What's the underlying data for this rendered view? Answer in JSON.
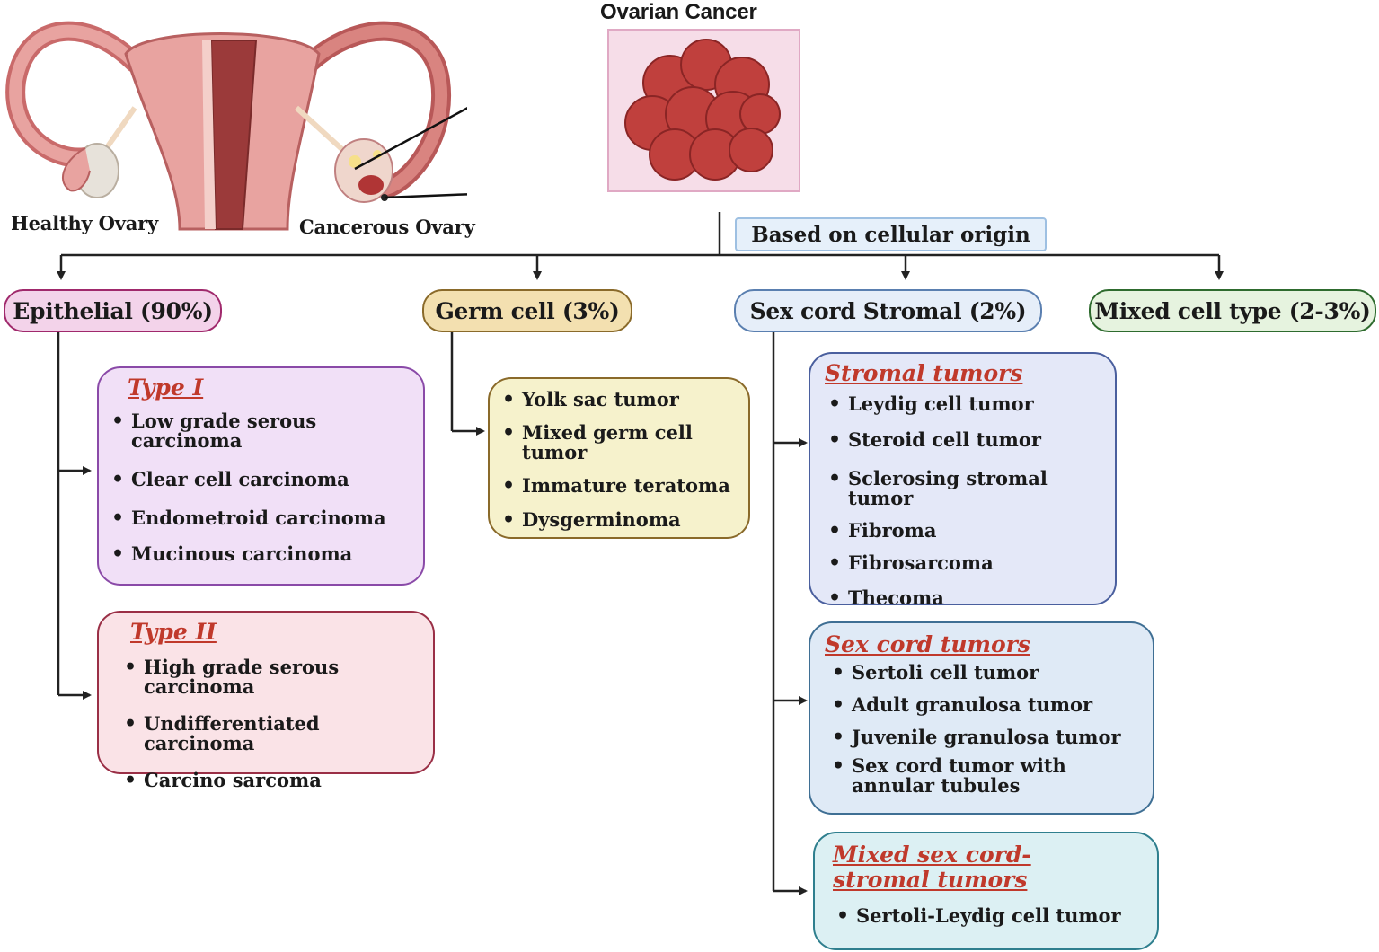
{
  "illustration": {
    "title": "Ovarian Cancer",
    "healthy_label": "Healthy Ovary",
    "cancerous_label": "Cancerous Ovary"
  },
  "classification_label": "Based on cellular origin",
  "categories": {
    "epithelial": "Epithelial (90%)",
    "germ_cell": "Germ cell (3%)",
    "sex_cord": "Sex cord Stromal (2%)",
    "mixed": "Mixed cell type (2-3%)"
  },
  "type1": {
    "title": "Type I",
    "items": [
      "Low grade serous carcinoma",
      "Clear cell carcinoma",
      "Endometroid carcinoma",
      "Mucinous carcinoma"
    ]
  },
  "type2": {
    "title": "Type II",
    "items": [
      "High grade serous carcinoma",
      "Undifferentiated carcinoma",
      "Carcino sarcoma"
    ]
  },
  "germ_box": {
    "items": [
      "Yolk sac tumor",
      "Mixed germ cell tumor",
      "Immature teratoma",
      "Dysgerminoma"
    ]
  },
  "stromal": {
    "title": "Stromal tumors",
    "items": [
      "Leydig cell tumor",
      "Steroid cell tumor",
      "Sclerosing stromal tumor",
      "Fibroma",
      "Fibrosarcoma",
      "Thecoma"
    ]
  },
  "sexcord": {
    "title": "Sex cord tumors",
    "items": [
      "Sertoli cell tumor",
      "Adult granulosa tumor",
      "Juvenile granulosa tumor",
      "Sex cord tumor with annular tubules"
    ]
  },
  "mixedsc": {
    "title": "Mixed sex cord- stromal tumors",
    "items": [
      "Sertoli-Leydig cell tumor"
    ]
  },
  "colors": {
    "epithelial_fill": "#f3d3ea",
    "epithelial_border": "#a0296c",
    "germ_fill": "#f3e0b0",
    "germ_border": "#8a6a2a",
    "sexcord_fill": "#e6eef9",
    "sexcord_border": "#5a7fb0",
    "mixed_fill": "#e6f3df",
    "mixed_border": "#2e6b2e",
    "title_red": "#c0392b"
  }
}
